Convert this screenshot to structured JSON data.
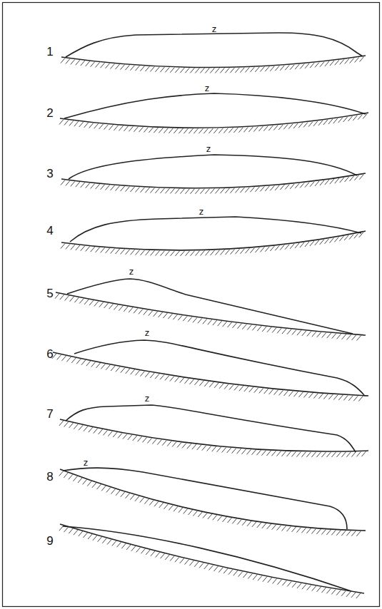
{
  "diagram": {
    "labels": [
      "1",
      "z",
      "2",
      "z",
      "3",
      "z",
      "4",
      "z",
      "5",
      "z",
      "6",
      "z",
      "7",
      "z",
      "8",
      "z",
      "9"
    ]
  }
}
